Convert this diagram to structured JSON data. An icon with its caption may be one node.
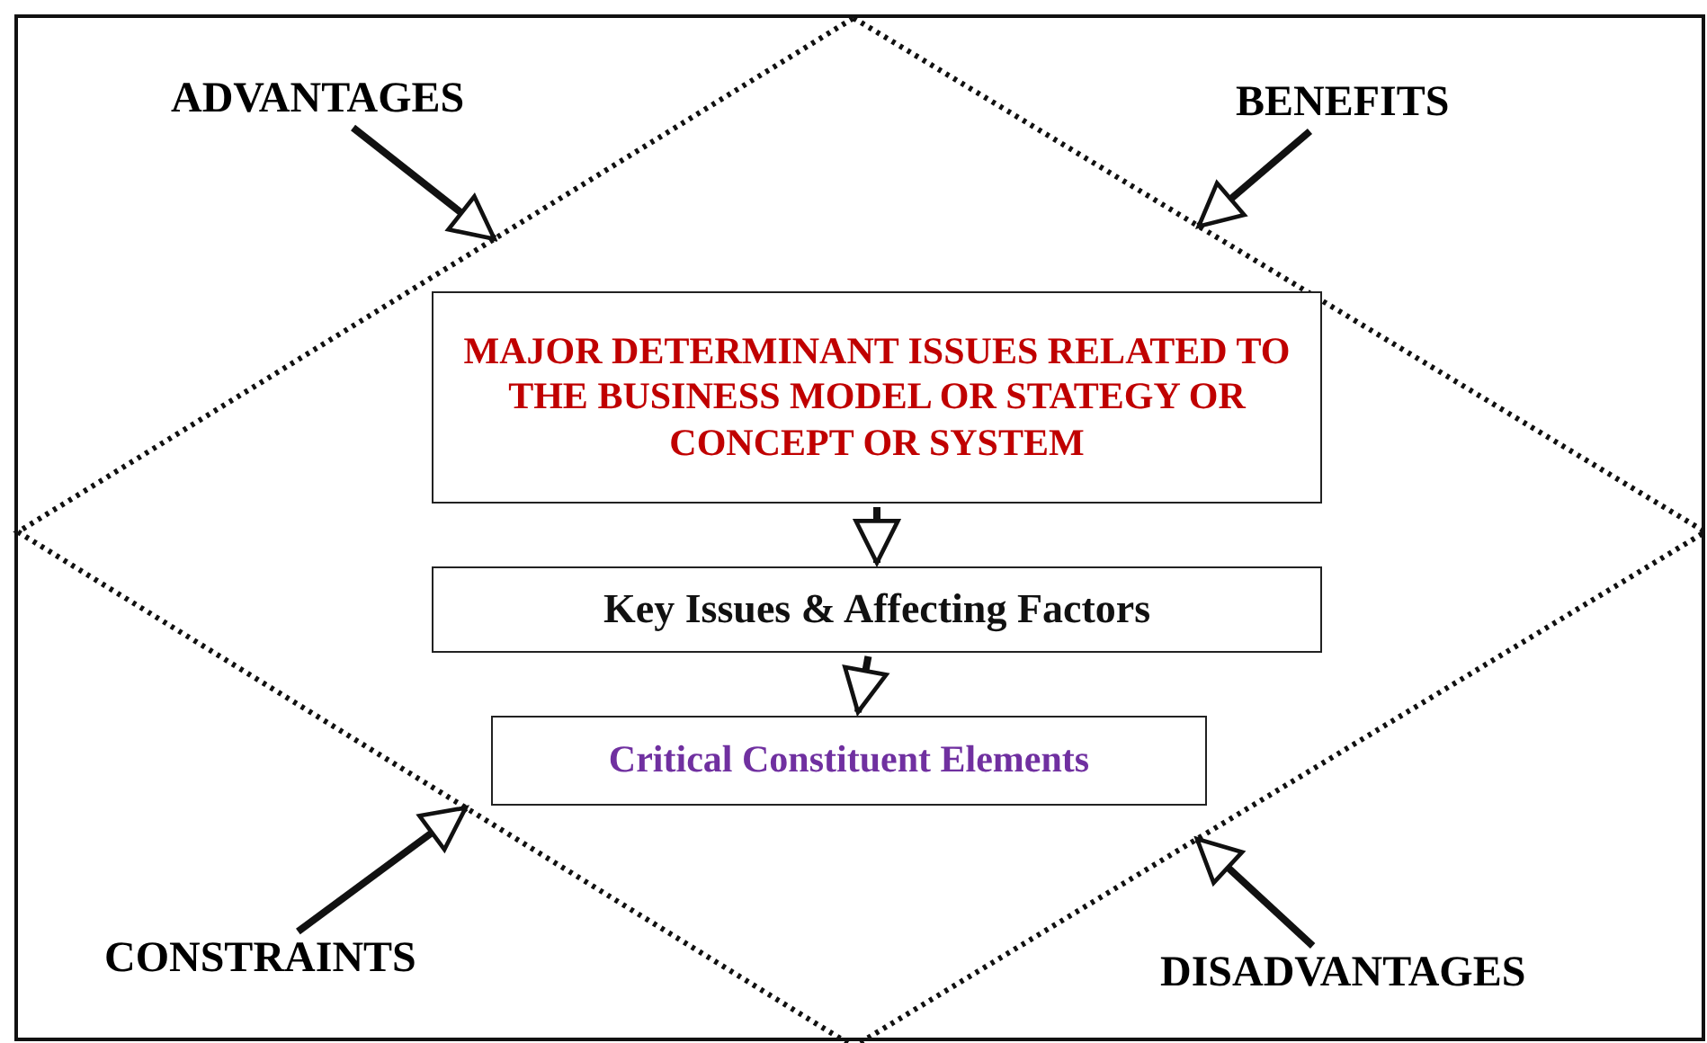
{
  "diagram": {
    "nodes": [
      {
        "text": [],
        "shape": "diamond"
      },
      {
        "text": [
          "MAJOR DETERMINANT ISSUES RELATED TO THE BUSINESS MODEL OR STATEGY OR CONCEPT OR SYSTEM"
        ],
        "in": 0
      },
      {
        "text": [
          "Key Issues & Affecting Factors"
        ],
        "in": 0
      },
      {
        "text": [
          "Critical Constituent Elements"
        ],
        "in": 0
      },
      {
        "text": [
          "ADVANTAGES"
        ]
      },
      {
        "text": [
          "BENEFITS"
        ]
      },
      {
        "text": [
          "CONSTRAINTS"
        ]
      },
      {
        "text": [
          "DISADVANTAGES"
        ]
      }
    ],
    "edges": [
      {
        "from": 1,
        "to": 2,
        "arrow": "to"
      },
      {
        "from": 2,
        "to": 3,
        "arrow": "to"
      },
      {
        "from": 4,
        "to": 0,
        "arrow": "to"
      },
      {
        "from": 5,
        "to": 0,
        "arrow": "to"
      },
      {
        "from": 6,
        "to": 0,
        "arrow": "to"
      },
      {
        "from": 7,
        "to": 0,
        "arrow": "to"
      }
    ]
  }
}
